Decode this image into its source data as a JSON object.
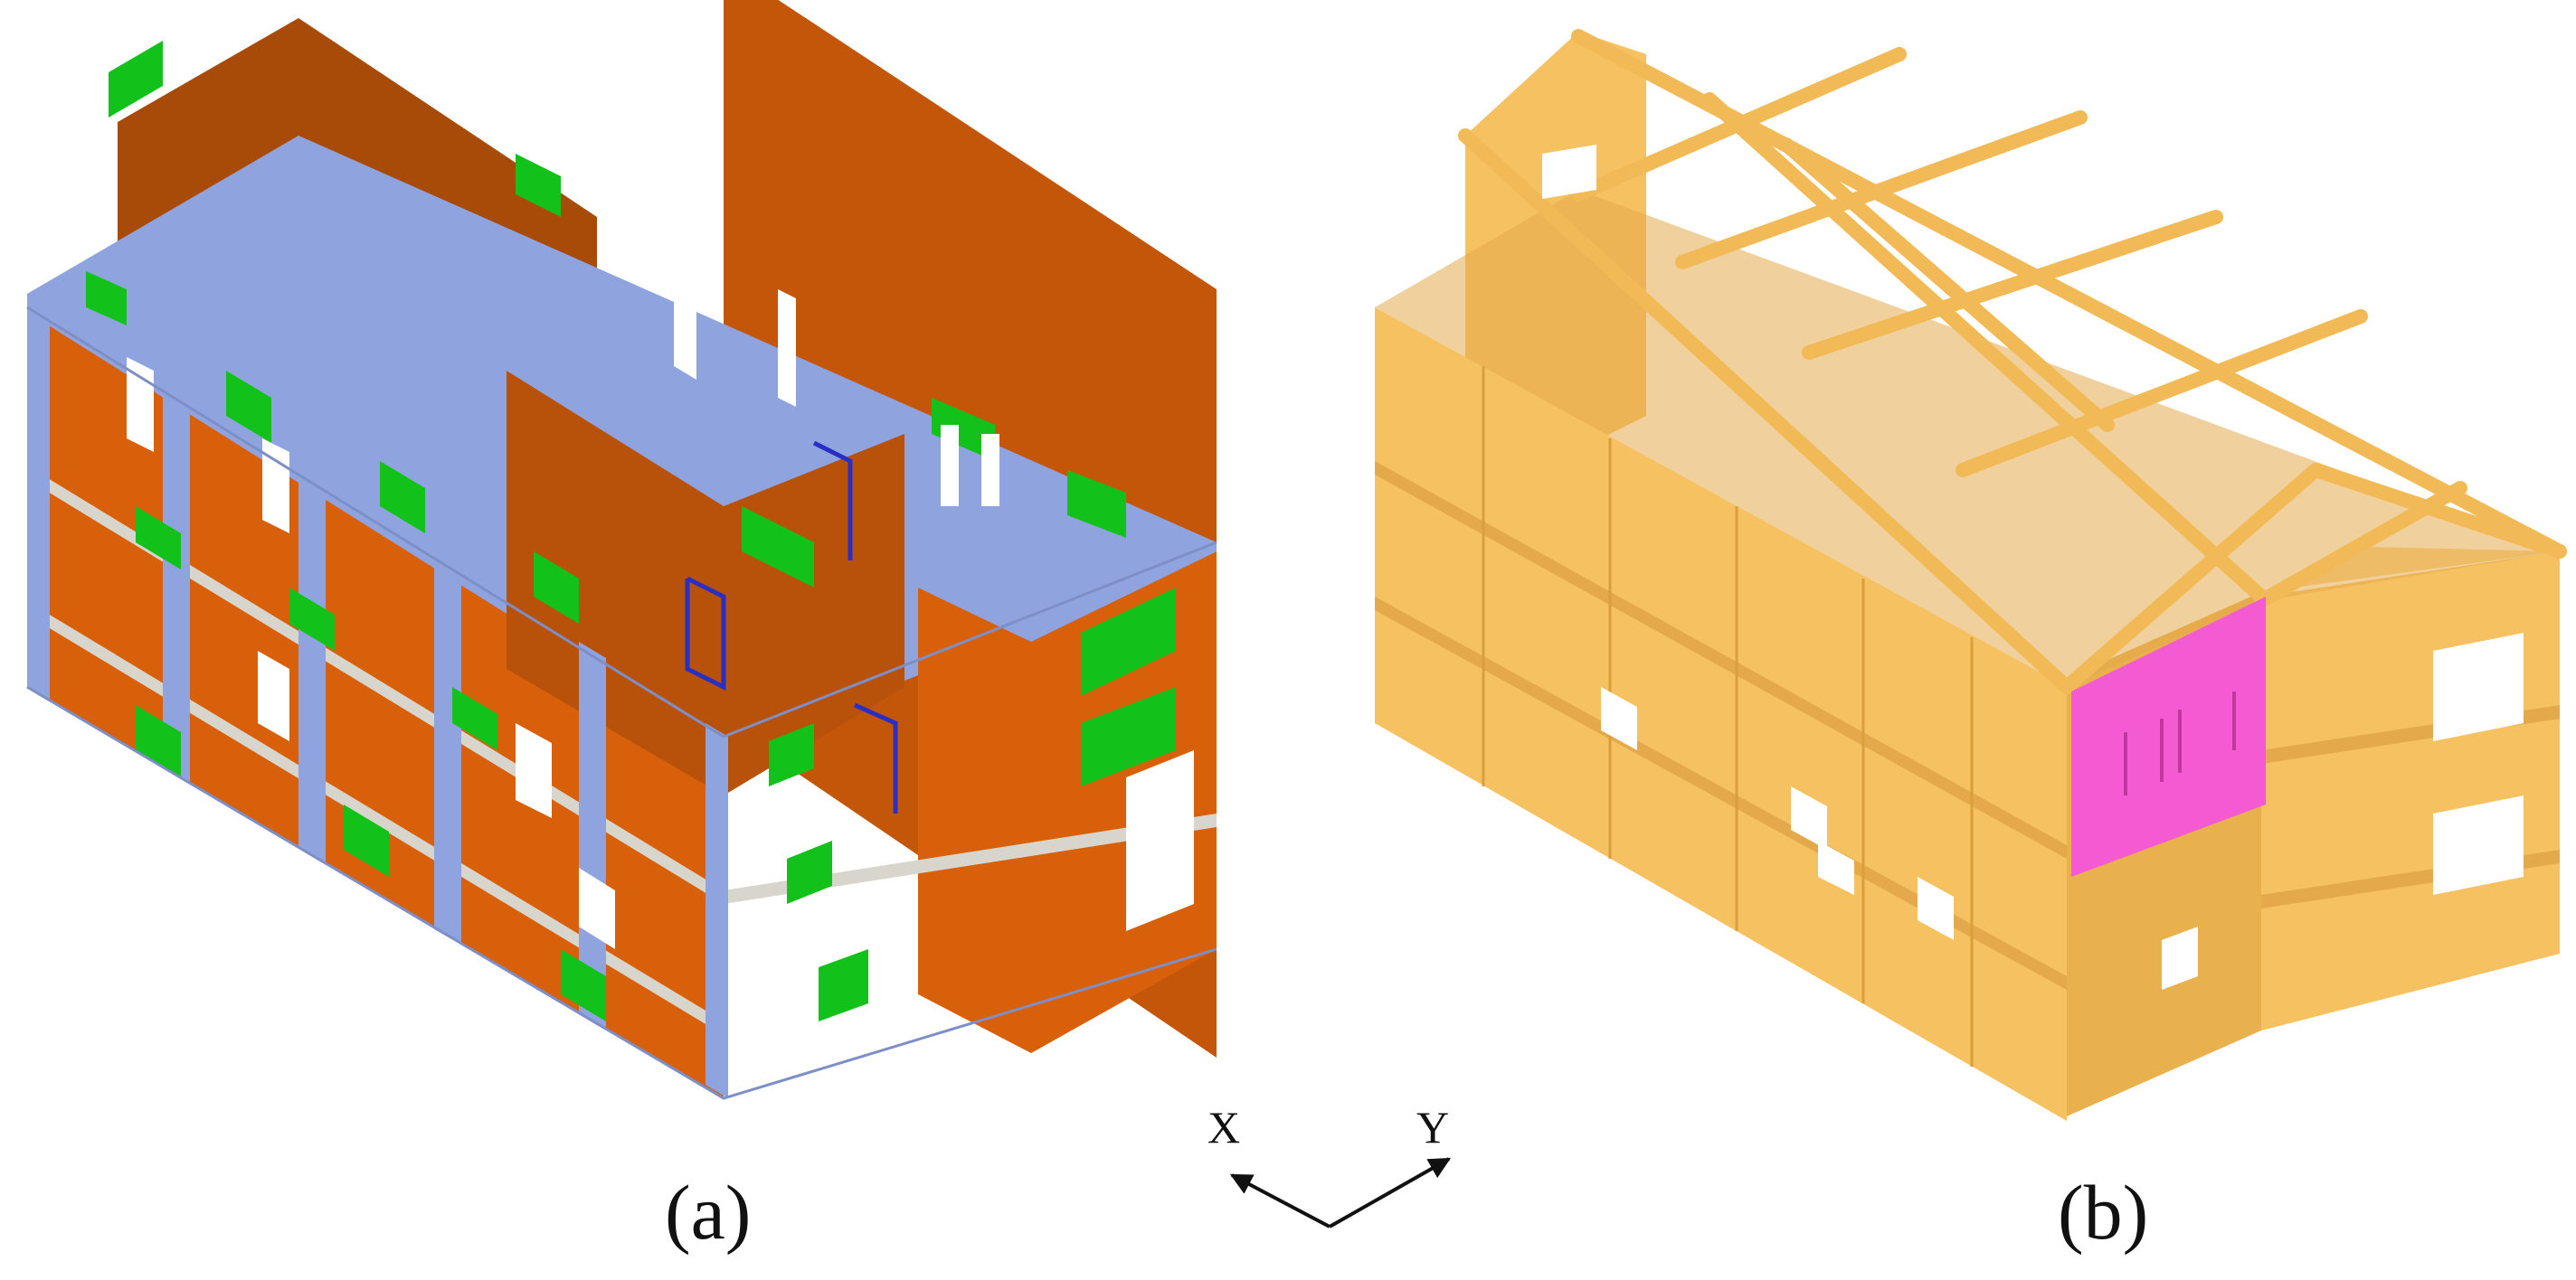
{
  "figure": {
    "panel_a": {
      "caption": "(a)"
    },
    "panel_b": {
      "caption": "(b)"
    },
    "axes": {
      "x_label": "X",
      "y_label": "Y"
    }
  },
  "colors": {
    "wall_orange": "#D9600A",
    "wall_dark": "#A84A08",
    "spandrel_green": "#12C21A",
    "column_blue": "#8FA4DE",
    "column_blue_dark": "#6F84C2",
    "slab_gray": "#D8D5CC",
    "beam_blue": "#2A2FC4",
    "model_tan": "#F6C160",
    "model_tan_dark": "#E3A94A",
    "model_tan_light": "#FAD28A",
    "highlight_magenta": "#F45BD2",
    "opening_white": "#ffffff"
  },
  "icons": {
    "axis_indicator": "xy-axis-arrows-icon"
  }
}
